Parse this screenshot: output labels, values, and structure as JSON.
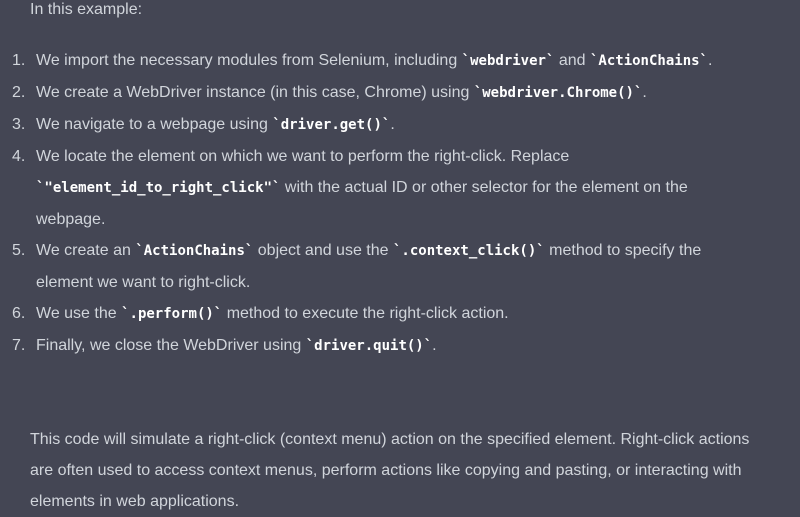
{
  "intro": "In this example:",
  "items": [
    {
      "num": "1.",
      "parts": [
        "We import the necessary modules from Selenium, including ",
        "`webdriver`",
        " and ",
        "`ActionChains`",
        "."
      ]
    },
    {
      "num": "2.",
      "parts": [
        "We create a WebDriver instance (in this case, Chrome) using ",
        "`webdriver.Chrome()`",
        "."
      ]
    },
    {
      "num": "3.",
      "parts": [
        "We navigate to a webpage using ",
        "`driver.get()`",
        "."
      ]
    },
    {
      "num": "4.",
      "parts": [
        "We locate the element on which we want to perform the right-click. Replace ",
        "`\"element_id_to_right_click\"`",
        " with the actual ID or other selector for the element on the webpage."
      ]
    },
    {
      "num": "5.",
      "parts": [
        "We create an ",
        "`ActionChains`",
        " object and use the ",
        "`.context_click()`",
        " method to specify the element we want to right-click."
      ]
    },
    {
      "num": "6.",
      "parts": [
        "We use the ",
        "`.perform()`",
        " method to execute the right-click action."
      ]
    },
    {
      "num": "7.",
      "parts": [
        "Finally, we close the WebDriver using ",
        "`driver.quit()`",
        "."
      ]
    }
  ],
  "paragraph": "This code will simulate a right-click (context menu) action on the specified element. Right-click actions are often used to access context menus, perform actions like copying and pasting, or interacting with elements in web applications."
}
